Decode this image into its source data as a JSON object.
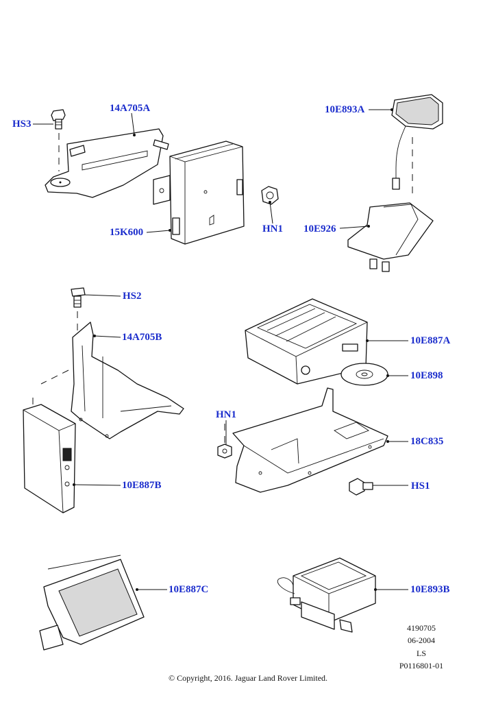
{
  "diagram": {
    "callouts": {
      "hs3": "HS3",
      "a14a705a": "14A705A",
      "a15k600": "15K600",
      "hn1_top": "HN1",
      "a10e893a": "10E893A",
      "a10e926": "10E926",
      "hs2": "HS2",
      "a14a705b": "14A705B",
      "a10e887b": "10E887B",
      "a10e887a": "10E887A",
      "a10e898": "10E898",
      "hn1_mid": "HN1",
      "a18c835": "18C835",
      "hs1": "HS1",
      "a10e887c": "10E887C",
      "a10e893b": "10E893B"
    },
    "drawing_info": {
      "number": "4190705",
      "date": "06-2004",
      "initials": "LS",
      "reference": "P0116801-01"
    },
    "copyright": "© Copyright, 2016. Jaguar Land Rover Limited."
  }
}
